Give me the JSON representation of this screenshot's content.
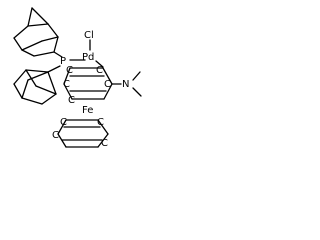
{
  "molecule": {
    "atoms": {
      "phosphorus": "P",
      "chlorine": "Cl",
      "palladium": "Pd",
      "nitrogen": "N",
      "iron": "Fe"
    },
    "cp_ring_carbons": [
      "C",
      "C",
      "C",
      "C",
      "C",
      "C",
      "C",
      "C",
      "C"
    ]
  }
}
